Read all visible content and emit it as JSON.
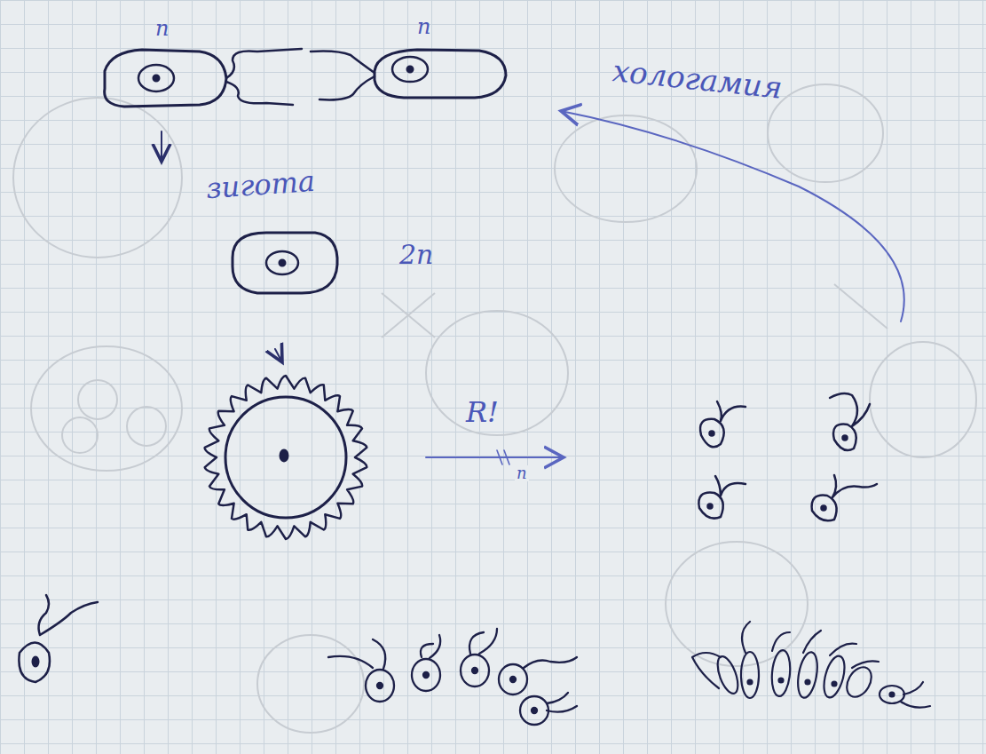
{
  "diagram": {
    "labels": [
      "n",
      "n",
      "хологамия",
      "зигота",
      "2n",
      "R!",
      "n"
    ]
  }
}
